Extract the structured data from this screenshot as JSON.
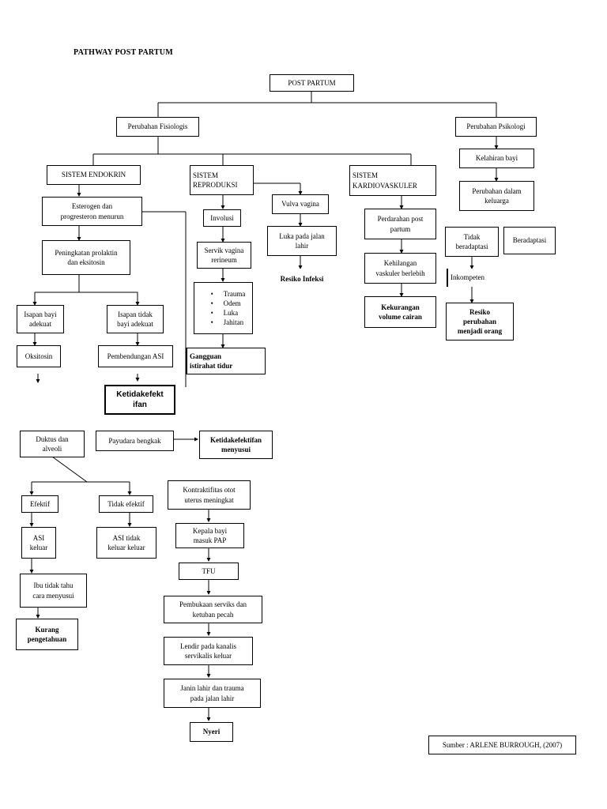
{
  "title": "PATHWAY POST PARTUM",
  "source": "Sumber : ARLENE BURROUGH, (2007)",
  "nodes": {
    "post_partum": "POST PARTUM",
    "perubahan_fisiologis": "Perubahan Fisiologis",
    "perubahan_psikologi": "Perubahan Psikologi",
    "sistem_endokrin": "SISTEM ENDOKRIN",
    "sistem_reproduksi": "SISTEM\nREPRODUKSI",
    "sistem_kardiovaskuler": "SISTEM\nKARDIOVASKULER",
    "kelahiran_bayi": "Kelahiran bayi",
    "perubahan_keluarga": "Perubahan dalam\nkeluarga",
    "tidak_beradaptasi": "Tidak\nberadaptasi",
    "beradaptasi": "Beradaptasi",
    "inkompeten": "Inkompeten",
    "resiko_perubahan": "Resiko\nperubahan\nmenjadi orang",
    "esterogen": "Esterogen  dan\nprogresteron menurun",
    "peningkatan_prolaktin": "Peningkatan prolaktin\ndan eksitosin",
    "isapan_adekuat": "Isapan bayi\nadekuat",
    "isapan_tidak_adekuat": "Isapan tidak\nbayi adekuat",
    "oksitosin": "Oksitosin",
    "pembendungan_asi": "Pembendungan ASI",
    "ketidakefektifan": "Ketidakefekt\nifan",
    "involusi": "Involusi",
    "servik_vagina": "Servik vagina\nrerineum",
    "trauma_list": [
      "Trauma",
      "Odem",
      "Luka",
      "Jahitan"
    ],
    "gangguan_istirahat": "Gangguan\nistirahat tidur",
    "vulva_vagina": "Vulva vagina",
    "luka_jalan_lahir": "Luka pada jalan\nlahir",
    "resiko_infeksi": "Resiko Infeksi",
    "perdarahan": "Perdarahan post\npartum",
    "kehilangan_vaskuler": "Kehilangan\nvaskuler berlebih",
    "kekurangan_volume": "Kekurangan\nvolume cairan",
    "duktus_alveoli": "Duktus dan\nalveoli",
    "payudara_bengkak": "Payudara bengkak",
    "ketidakefektifan_menyusui": "Ketidakefektifan\nmenyusui",
    "efektif": "Efektif",
    "tidak_efektif": "Tidak efektif",
    "asi_keluar": "ASI\nkeluar",
    "asi_tidak_keluar": "ASI tidak\nkeluar keluar",
    "ibu_tidak_tahu": "Ibu tidak tahu\ncara menyusui",
    "kurang_pengetahuan": "Kurang\npengetahuan",
    "kontraktifitas": "Kontraktifitas otot\nuterus meningkat",
    "kepala_bayi": "Kepala bayi\nmasuk PAP",
    "tfu": "TFU",
    "pembukaan_serviks": "Pembukaan serviks dan\nketuban pecah",
    "lendir": "Lendir pada kanalis\nservikalis keluar",
    "janin_lahir": "Janin lahir dan trauma\npada jalan lahir",
    "nyeri": "Nyeri"
  }
}
